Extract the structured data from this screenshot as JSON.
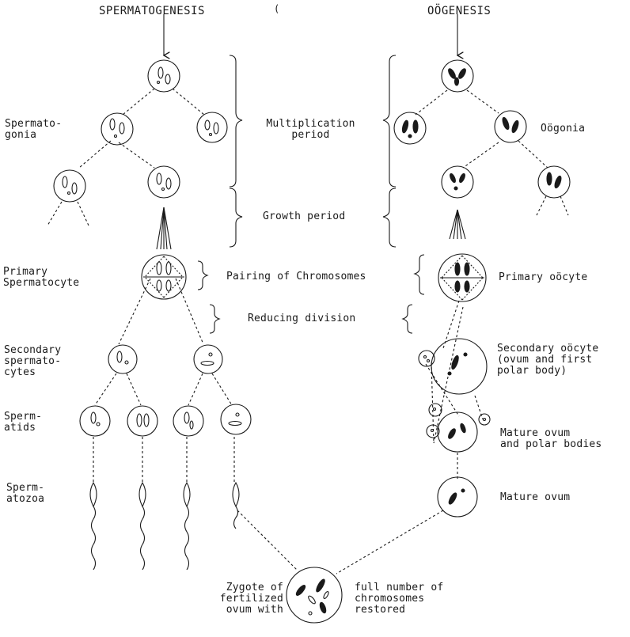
{
  "titles": {
    "spermatogenesis": "SPERMATOGENESIS",
    "oogenesis": "OÖGENESIS",
    "stray_mark": "("
  },
  "left_labels": {
    "spermatogonia": "Spermato-\ngonia",
    "primary_spermatocyte": "Primary\nSpermatocyte",
    "secondary_spermatocytes": "Secondary\nspermato-\ncytes",
    "spermatids": "Sperm-\natids",
    "spermatozoa": "Sperm-\natozoa"
  },
  "center_labels": {
    "multiplication_period": "Multiplication\nperiod",
    "growth_period": "Growth period",
    "pairing": "Pairing of Chromosomes",
    "reducing_division": "Reducing division"
  },
  "right_labels": {
    "oogonia": "Oögonia",
    "primary_oocyte": "Primary oöcyte",
    "secondary_oocyte": "Secondary oöcyte\n(ovum and first\npolar body)",
    "mature_ovum_polar": "Mature ovum\nand polar bodies",
    "mature_ovum": "Mature ovum"
  },
  "zygote_labels": {
    "left": "Zygote of\nfertilized\novum with",
    "right": "full number of\nchromosomes\nrestored"
  }
}
